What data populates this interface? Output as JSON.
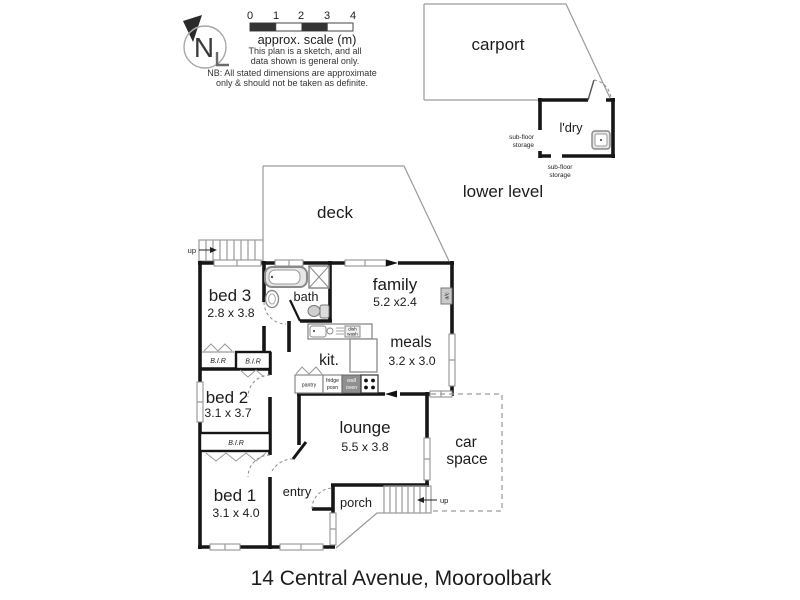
{
  "page": {
    "title": "14 Central Avenue, Mooroolbark"
  },
  "compass": {
    "letter": "N"
  },
  "scalebar": {
    "ticks": [
      "0",
      "1",
      "2",
      "3",
      "4"
    ],
    "caption": "approx. scale (m)",
    "notes": [
      "This plan is a sketch, and all",
      "data shown is general only.",
      "NB: All stated dimensions are approximate",
      "only & should not be taken as definite."
    ]
  },
  "lower_level": {
    "heading": "lower level",
    "carport_label": "carport",
    "laundry_label": "l'dry",
    "subfloor_left": [
      "sub-floor",
      "storage"
    ],
    "subfloor_bottom": [
      "sub-floor",
      "storage"
    ]
  },
  "rooms": {
    "deck": {
      "label": "deck"
    },
    "bed3": {
      "label": "bed 3",
      "dims": "2.8 x 3.8"
    },
    "bath": {
      "label": "bath"
    },
    "family": {
      "label": "family",
      "dims": "5.2  x2.4"
    },
    "meals": {
      "label": "meals",
      "dims": "3.2 x 3.0"
    },
    "kitchen": {
      "label": "kit."
    },
    "bed2": {
      "label": "bed 2",
      "dims": "3.1 x 3.7"
    },
    "lounge": {
      "label": "lounge",
      "dims": "5.5 x 3.8"
    },
    "bed1": {
      "label": "bed 1",
      "dims": "3.1 x 4.0"
    },
    "entry": {
      "label": "entry"
    },
    "porch": {
      "label": "porch"
    },
    "car_space": {
      "line1": "car",
      "line2": "space"
    }
  },
  "fixtures": {
    "bir_left": "B.I.R",
    "bir_mid": "B.I.R",
    "bir_lower": "B.I.R",
    "pantry": "pantry",
    "fridge": [
      "fridge",
      "posn"
    ],
    "wall_oven": [
      "wall",
      "oven"
    ],
    "dishwasher": [
      "dish",
      "wash"
    ],
    "ac": "a/c",
    "up_deck": "up",
    "up_porch": "up"
  },
  "colors": {
    "wall": "#161616",
    "outline": "#9a9a9a",
    "text": "#1c1c1c",
    "oven_fill": "#8f8f8f"
  }
}
